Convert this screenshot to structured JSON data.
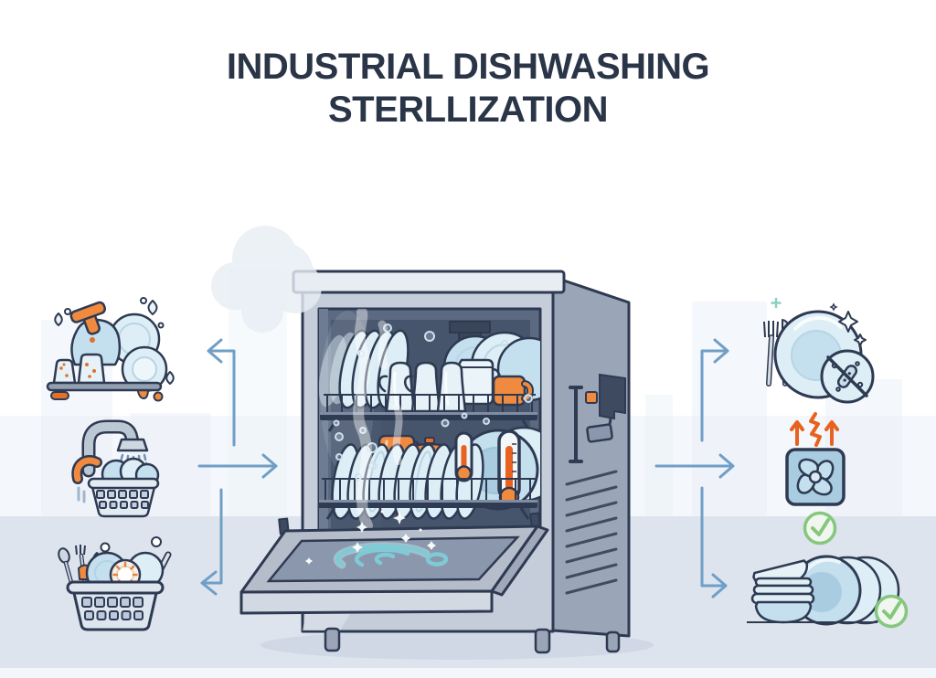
{
  "title": {
    "line1": "INDUSTRIAL DISHWASHING",
    "line2": "STERLLIZATION"
  },
  "palette": {
    "background": "#ffffff",
    "band": "#e9f0f7",
    "floor": "#dde4ee",
    "bottom_strip": "#f3f7fb",
    "title_text": "#2b3548",
    "outline": "#2e3a52",
    "arrow": "#6f9ec7",
    "accent_orange": "#ef8a3f",
    "accent_orange_dark": "#e0702a",
    "heat_orange": "#e8611f",
    "dish_blue_light": "#ddeef6",
    "dish_blue": "#c4dfed",
    "dish_blue_deep": "#a9cce0",
    "machine_light": "#e9edf3",
    "machine_mid": "#c6cdda",
    "machine_dark": "#9aa5b7",
    "interior_dark": "#5b6981",
    "interior_darker": "#49576f",
    "slate_tray": "#8b97ac",
    "water_teal": "#7ecbd6",
    "check_green": "#85c77c",
    "steam_white": "#e8eef5",
    "shadow": "#c7d1de"
  },
  "icons": {
    "left": [
      "dirty-dishes-icon",
      "rinse-basket-icon",
      "loaded-basket-icon"
    ],
    "center": "industrial-dishwasher-illustration",
    "right": [
      "sanitized-plate-icon",
      "hot-air-drying-fan-icon",
      "clean-stacked-dishes-icon"
    ]
  }
}
